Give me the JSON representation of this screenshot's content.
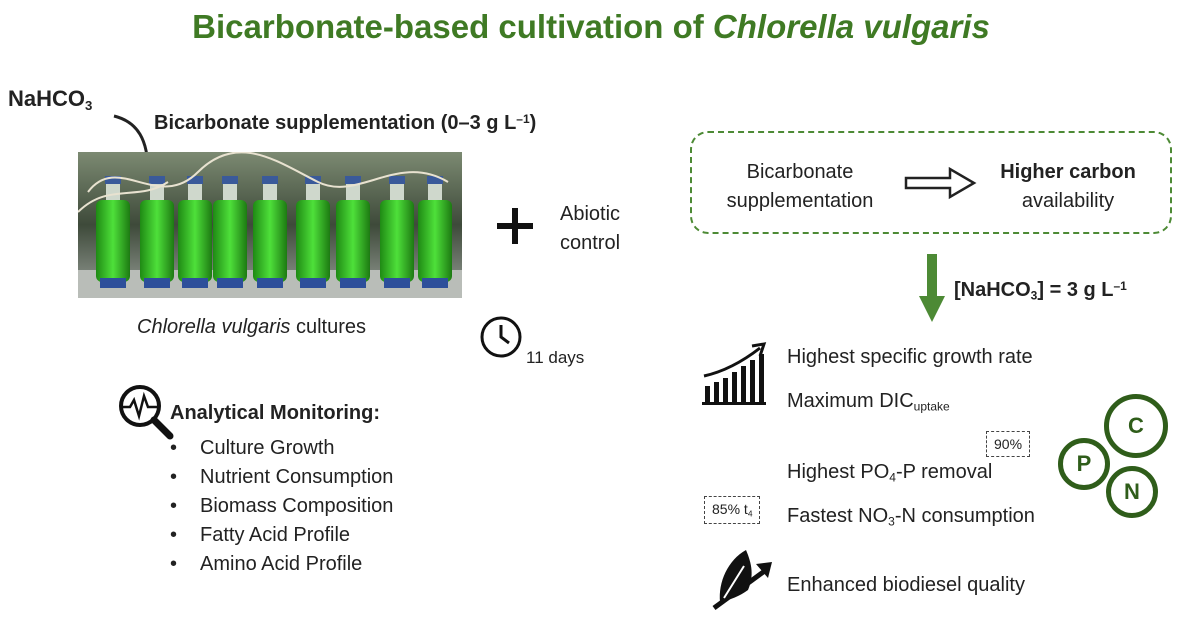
{
  "title": {
    "main": "Bicarbonate-based cultivation of ",
    "species": "Chlorella vulgaris"
  },
  "left": {
    "reagent": {
      "base": "NaHCO",
      "sub": "3"
    },
    "supplementation": {
      "text": "Bicarbonate supplementation (0–3 g L",
      "exp": "–1",
      "close": ")"
    },
    "culture_caption": {
      "species": "Chlorella vulgaris",
      "rest": " cultures"
    },
    "plus_symbol": "+",
    "abiotic_label": {
      "line1": "Abiotic",
      "line2": "control"
    },
    "duration": "11 days",
    "analysis_heading": "Analytical Monitoring:",
    "analysis_items": [
      "Culture Growth",
      "Nutrient Consumption",
      "Biomass Composition",
      "Fatty Acid Profile",
      "Amino Acid Profile"
    ]
  },
  "right": {
    "box": {
      "left_line1": "Bicarbonate",
      "left_line2": "supplementation",
      "right_line1": "Higher carbon",
      "right_line2": "availability"
    },
    "concentration": {
      "pre": "[NaHCO",
      "sub": "3",
      "mid": "] = 3 g L",
      "exp": "–1"
    },
    "results": {
      "growth": "Highest specific growth rate",
      "dic": {
        "text": "Maximum DIC",
        "sub": "uptake"
      },
      "po4": {
        "pre": "Highest PO",
        "sub": "4",
        "post": "-P removal"
      },
      "no3": {
        "pre": "Fastest NO",
        "sub": "3",
        "post": "-N consumption"
      },
      "biodiesel": "Enhanced biodiesel quality"
    },
    "po4_pct": "90%",
    "no3_pct": {
      "text": "85% t",
      "sub": "4"
    },
    "circles": {
      "c": "C",
      "p": "P",
      "n": "N"
    }
  },
  "colors": {
    "title_green": "#3f7a24",
    "arrow_green": "#4d8a35",
    "circle_green": "#2f5d1a",
    "culture_green": "#3fbf2a"
  },
  "icons": [
    "curved-arrow-icon",
    "magnifier-pulse-icon",
    "clock-icon",
    "bar-chart-up-icon",
    "leaf-arrow-icon",
    "hollow-right-arrow-icon",
    "down-arrow-icon"
  ]
}
